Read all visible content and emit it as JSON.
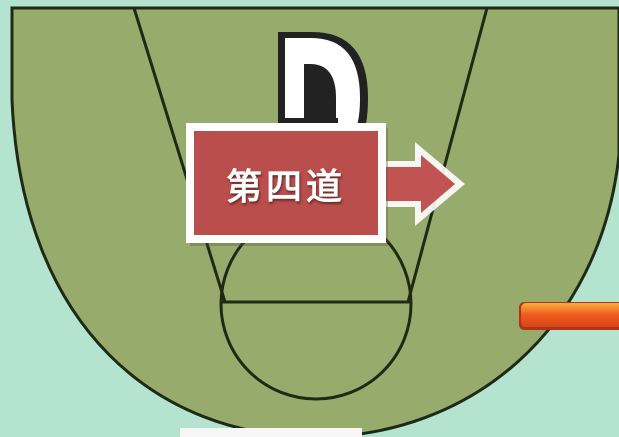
{
  "scene": {
    "background_color": "#b4e3cf",
    "court_color": "#97ac6c",
    "line_color": "#1e2a16"
  },
  "label": {
    "text": "第四道",
    "fill_color": "#b94e4c",
    "border_color": "#ffffff"
  },
  "letter_d": {
    "glyph": "D",
    "fill_color": "#ffffff",
    "outline_color": "#222222"
  },
  "arrow": {
    "icon": "right-arrow-icon",
    "fill_color": "#c15352",
    "outline_color": "#ffffff"
  },
  "side_bar": {
    "icon": "orange-bar",
    "fill_color": "#ef5a1c",
    "highlight_color": "#f7b03c"
  }
}
